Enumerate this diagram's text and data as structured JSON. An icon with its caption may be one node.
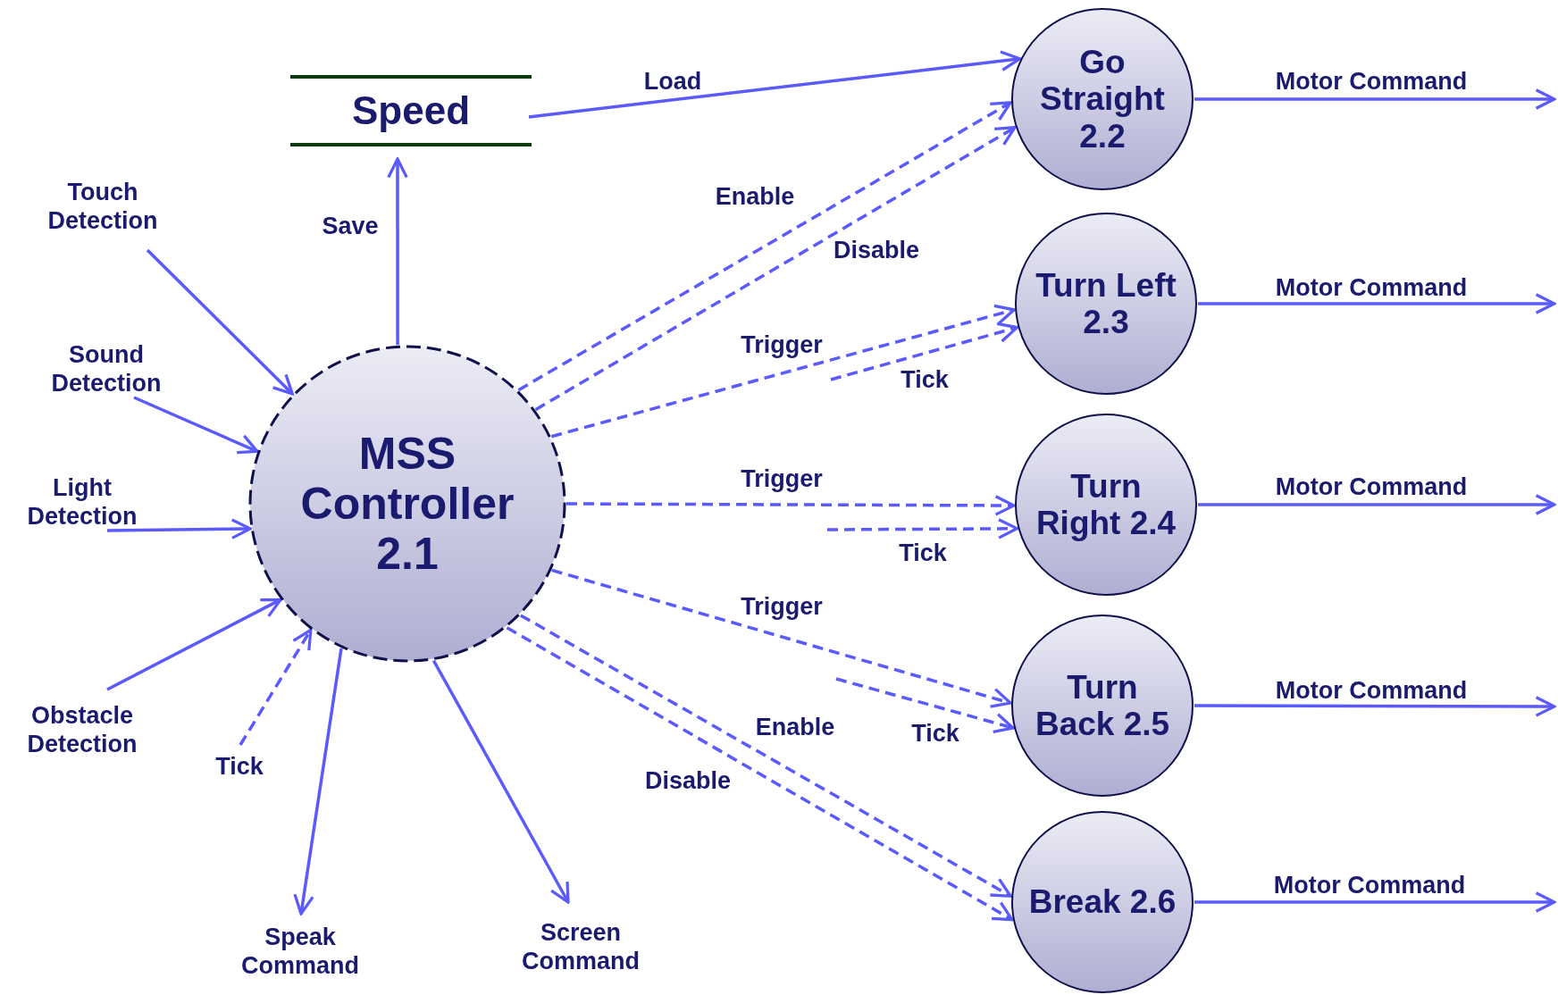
{
  "diagram": {
    "nodes": [
      {
        "text": [
          "MSS Controller 2.1"
        ]
      },
      {
        "text": [
          "Speed"
        ]
      },
      {
        "text": [
          "Go Straight 2.2"
        ]
      },
      {
        "text": [
          "Turn Left 2.3"
        ]
      },
      {
        "text": [
          "Turn Right 2.4"
        ]
      },
      {
        "text": [
          "Turn Back 2.5"
        ]
      },
      {
        "text": [
          "Break 2.6"
        ]
      }
    ],
    "edges": [
      {
        "from": null,
        "to": 0,
        "arrow": "to",
        "label": "Touch Detection"
      },
      {
        "from": null,
        "to": 0,
        "arrow": "to",
        "label": "Sound Detection"
      },
      {
        "from": null,
        "to": 0,
        "arrow": "to",
        "label": "Light Detection"
      },
      {
        "from": null,
        "to": 0,
        "arrow": "to",
        "label": "Obstacle Detection"
      },
      {
        "from": null,
        "to": 0,
        "arrow": "to",
        "label": "Tick",
        "style": "dashed"
      },
      {
        "from": 0,
        "to": null,
        "arrow": "to",
        "label": "Speak Command"
      },
      {
        "from": 0,
        "to": null,
        "arrow": "to",
        "label": "Screen Command"
      },
      {
        "from": 0,
        "to": 1,
        "arrow": "to",
        "label": "Save"
      },
      {
        "from": 1,
        "to": 2,
        "arrow": "to",
        "label": "Load"
      },
      {
        "from": 0,
        "to": 2,
        "arrow": "to",
        "label": "Enable",
        "style": "dashed"
      },
      {
        "from": 0,
        "to": 2,
        "arrow": "to",
        "label": "Disable",
        "style": "dashed"
      },
      {
        "from": 0,
        "to": 3,
        "arrow": "to",
        "label": "Trigger",
        "style": "dashed"
      },
      {
        "from": null,
        "to": 3,
        "arrow": "to",
        "label": "Tick",
        "style": "dashed"
      },
      {
        "from": 0,
        "to": 4,
        "arrow": "to",
        "label": "Trigger",
        "style": "dashed"
      },
      {
        "from": null,
        "to": 4,
        "arrow": "to",
        "label": "Tick",
        "style": "dashed"
      },
      {
        "from": 0,
        "to": 5,
        "arrow": "to",
        "label": "Trigger",
        "style": "dashed"
      },
      {
        "from": null,
        "to": 5,
        "arrow": "to",
        "label": "Tick",
        "style": "dashed"
      },
      {
        "from": 0,
        "to": 6,
        "arrow": "to",
        "label": "Enable",
        "style": "dashed"
      },
      {
        "from": 0,
        "to": 6,
        "arrow": "to",
        "label": "Disable",
        "style": "dashed"
      },
      {
        "from": 2,
        "to": null,
        "arrow": "to",
        "label": "Motor Command"
      },
      {
        "from": 3,
        "to": null,
        "arrow": "to",
        "label": "Motor Command"
      },
      {
        "from": 4,
        "to": null,
        "arrow": "to",
        "label": "Motor Command"
      },
      {
        "from": 5,
        "to": null,
        "arrow": "to",
        "label": "Motor Command"
      },
      {
        "from": 6,
        "to": null,
        "arrow": "to",
        "label": "Motor Command"
      }
    ]
  }
}
